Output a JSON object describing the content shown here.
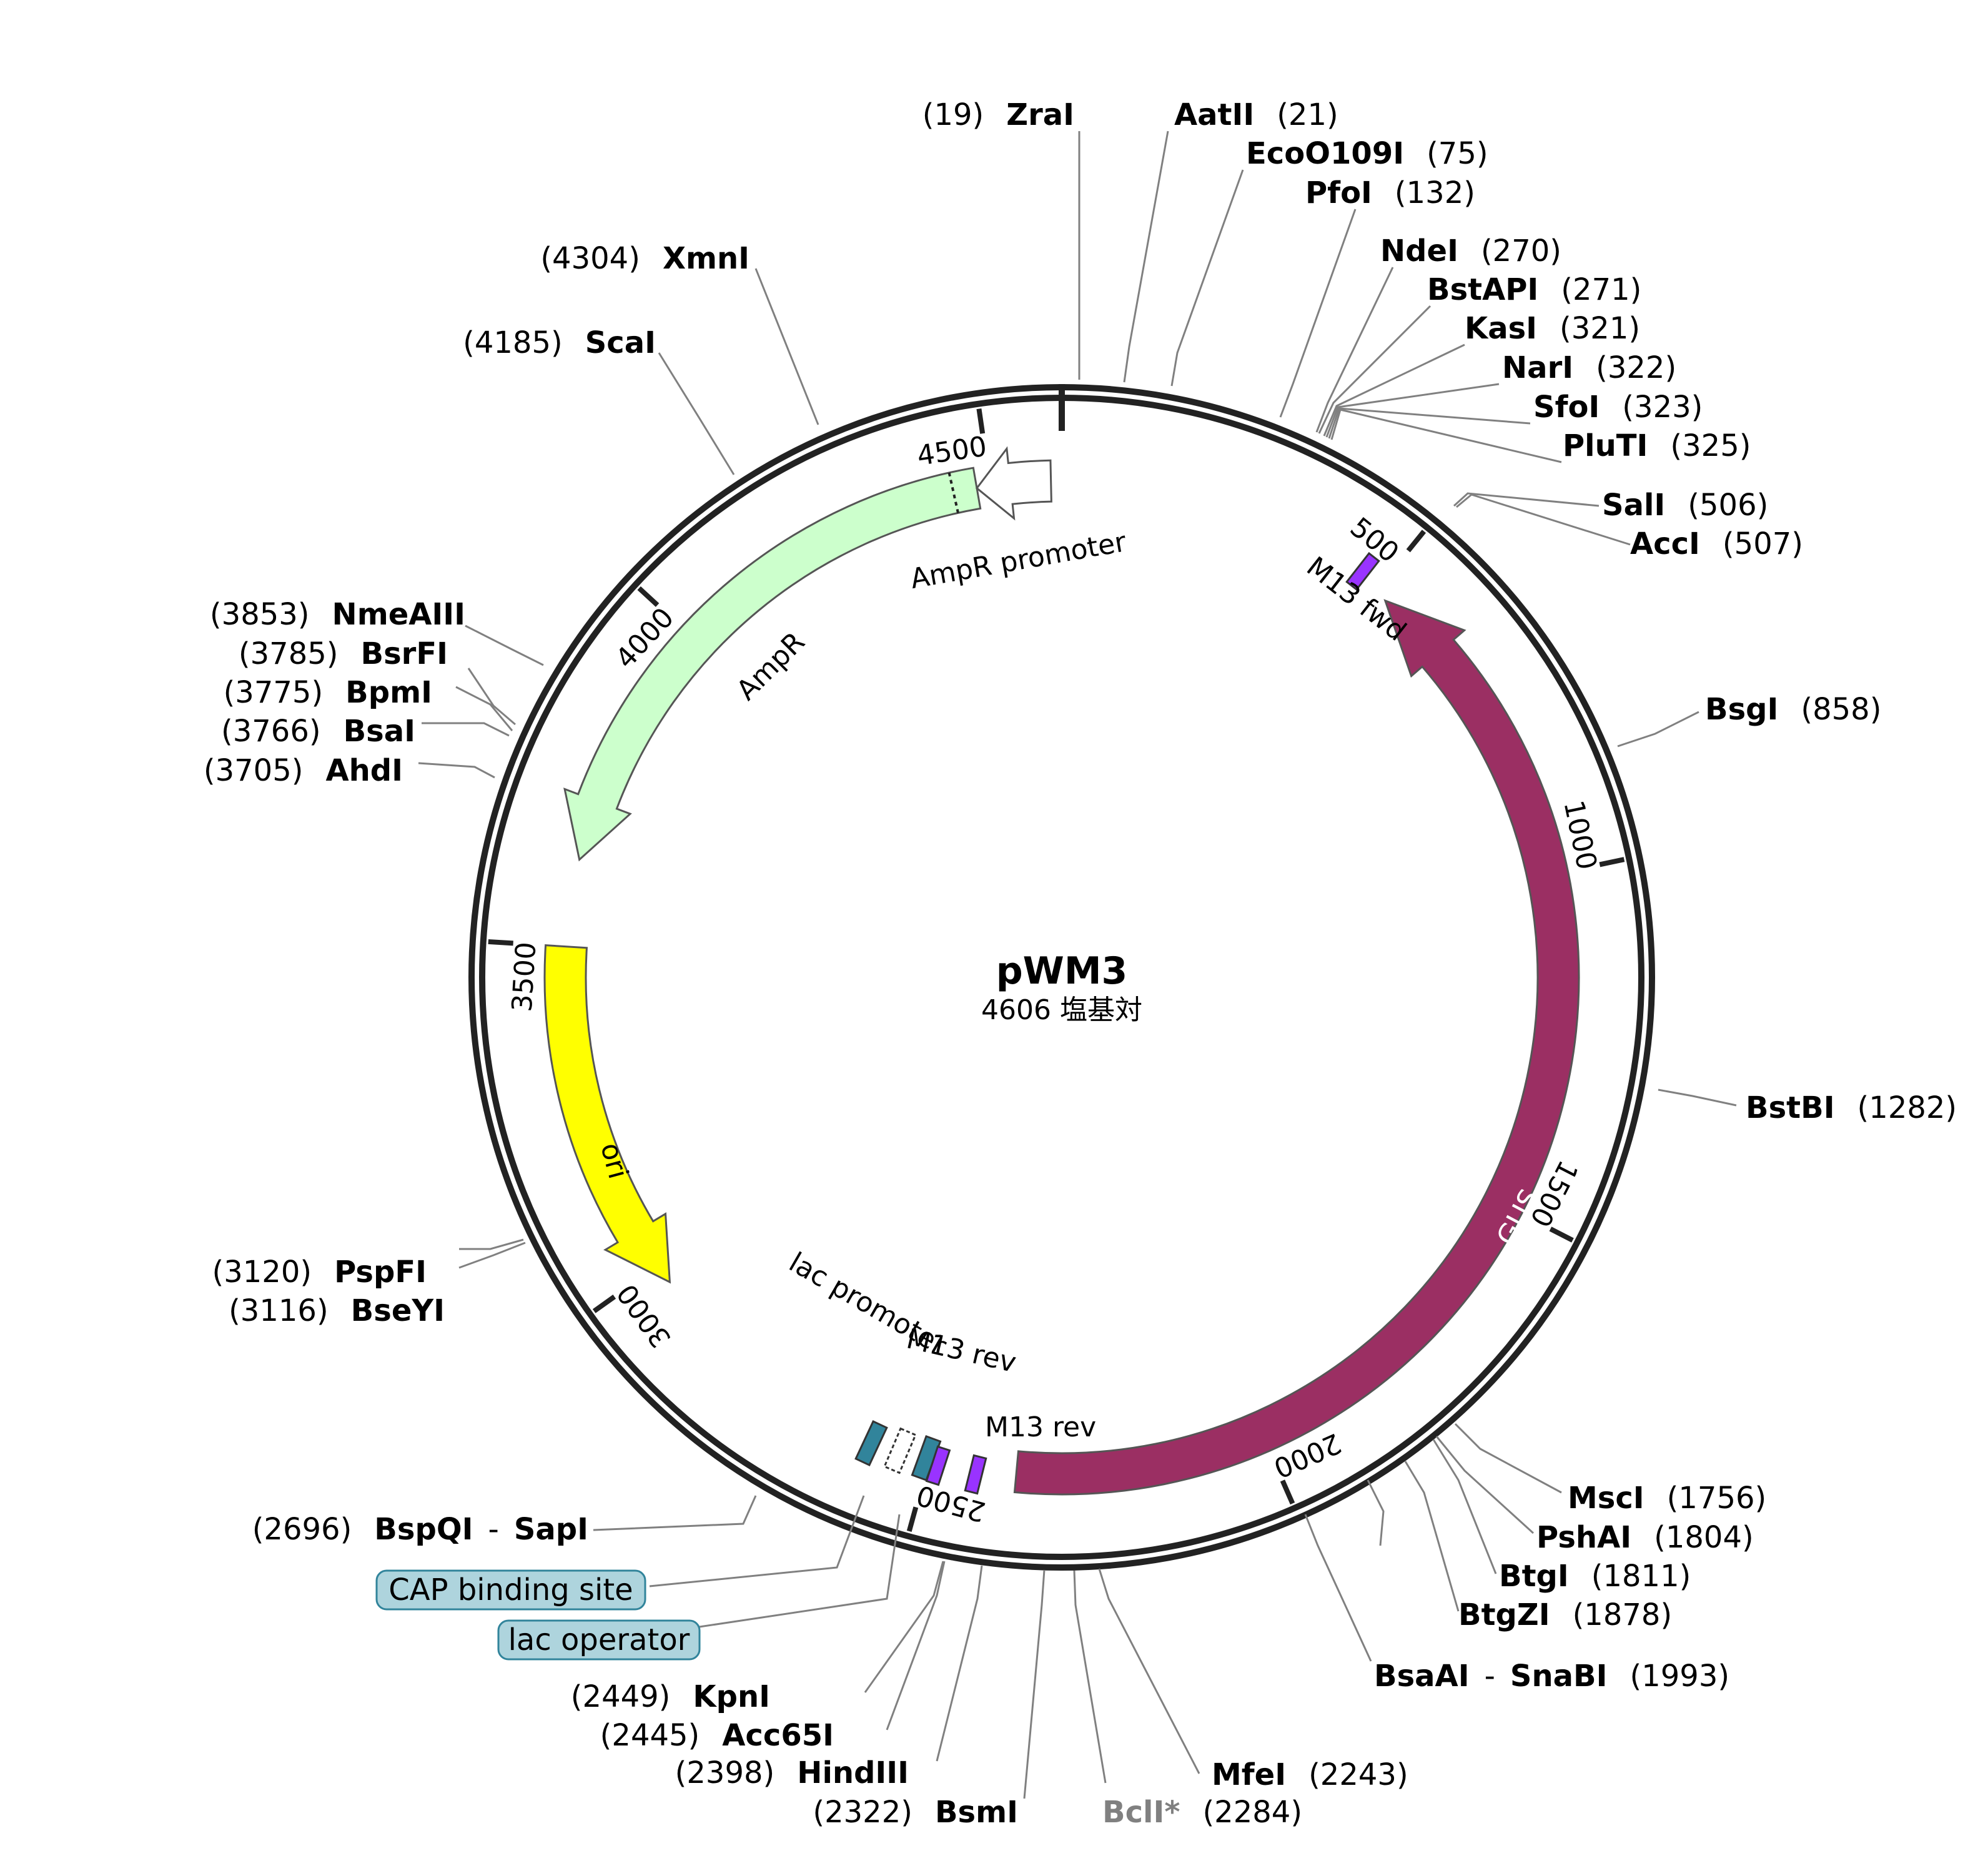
{
  "plasmid": {
    "name": "pWM3",
    "size_label": "4606 塩基対",
    "length_bp": 4606
  },
  "ticks": [
    "500",
    "1000",
    "1500",
    "2000",
    "2500",
    "3000",
    "3500",
    "4000",
    "4500"
  ],
  "features": [
    {
      "id": "gus",
      "label": "GUS",
      "start": 520,
      "end": 2370,
      "color": "#9b2f63",
      "direction": "reverse"
    },
    {
      "id": "ampr",
      "label": "AmpR",
      "start": 3630,
      "end": 4480,
      "color": "#ccffcc",
      "direction": "reverse"
    },
    {
      "id": "ampr-promoter",
      "label": "AmpR promoter",
      "start": 4480,
      "end": 4606,
      "color": "#ffffff",
      "direction": "reverse"
    },
    {
      "id": "ori",
      "label": "ori",
      "start": 2970,
      "end": 3500,
      "color": "#ffff00",
      "direction": "reverse"
    },
    {
      "id": "m13-fwd",
      "label": "M13 fwd",
      "start": 540,
      "end": 560,
      "color": "#9933ff"
    },
    {
      "id": "m13-rev-1",
      "label": "M13 rev",
      "start": 2445,
      "end": 2462,
      "color": "#9933ff"
    },
    {
      "id": "m13-rev-2",
      "label": "M13 rev",
      "start": 2405,
      "end": 2422,
      "color": "#9933ff"
    },
    {
      "id": "lac-promoter",
      "label": "lac promoter",
      "start": 2470,
      "end": 2545,
      "color": "#ffffff"
    },
    {
      "id": "lac-operator",
      "label": "lac operator",
      "start": 2452,
      "end": 2470,
      "color": "#31849b"
    },
    {
      "id": "cap-site",
      "label": "CAP binding site",
      "start": 2550,
      "end": 2570,
      "color": "#31849b"
    }
  ],
  "sites": [
    {
      "name": "ZraI",
      "pos": "(19)"
    },
    {
      "name": "AatII",
      "pos": "(21)"
    },
    {
      "name": "EcoO109I",
      "pos": "(75)"
    },
    {
      "name": "PfoI",
      "pos": "(132)"
    },
    {
      "name": "NdeI",
      "pos": "(270)"
    },
    {
      "name": "BstAPI",
      "pos": "(271)"
    },
    {
      "name": "KasI",
      "pos": "(321)"
    },
    {
      "name": "NarI",
      "pos": "(322)"
    },
    {
      "name": "SfoI",
      "pos": "(323)"
    },
    {
      "name": "PluTI",
      "pos": "(325)"
    },
    {
      "name": "SalI",
      "pos": "(506)"
    },
    {
      "name": "AccI",
      "pos": "(507)"
    },
    {
      "name": "BsgI",
      "pos": "(858)"
    },
    {
      "name": "BstBI",
      "pos": "(1282)"
    },
    {
      "name": "MscI",
      "pos": "(1756)"
    },
    {
      "name": "PshAI",
      "pos": "(1804)"
    },
    {
      "name": "BtgI",
      "pos": "(1811)"
    },
    {
      "name": "BtgZI",
      "pos": "(1878)"
    },
    {
      "name": "BsaAI",
      "sep": "-",
      "name2": "SnaBI",
      "pos": "(1993)"
    },
    {
      "name": "MfeI",
      "pos": "(2243)"
    },
    {
      "name": "BclI*",
      "pos": "(2284)"
    },
    {
      "name": "BsmI",
      "pos": "(2322)"
    },
    {
      "name": "HindIII",
      "pos": "(2398)"
    },
    {
      "name": "Acc65I",
      "pos": "(2445)"
    },
    {
      "name": "KpnI",
      "pos": "(2449)"
    },
    {
      "name": "BspQI",
      "sep": "-",
      "name2": "SapI",
      "pos": "(2696)"
    },
    {
      "name": "BseYI",
      "pos": "(3116)"
    },
    {
      "name": "PspFI",
      "pos": "(3120)"
    },
    {
      "name": "AhdI",
      "pos": "(3705)"
    },
    {
      "name": "BsaI",
      "pos": "(3766)"
    },
    {
      "name": "BpmI",
      "pos": "(3775)"
    },
    {
      "name": "BsrFI",
      "pos": "(3785)"
    },
    {
      "name": "NmeAIII",
      "pos": "(3853)"
    },
    {
      "name": "ScaI",
      "pos": "(4185)"
    },
    {
      "name": "XmnI",
      "pos": "(4304)"
    }
  ],
  "boxed_features": {
    "cap": "CAP binding site",
    "lac_operator": "lac operator"
  },
  "colors": {
    "backbone": "#222222",
    "leader": "#808080",
    "gus": "#9b2f63",
    "ampr": "#ccffcc",
    "ori": "#ffff00",
    "m13": "#9933ff",
    "operator": "#31849b",
    "label_box": "#aed4dd"
  }
}
